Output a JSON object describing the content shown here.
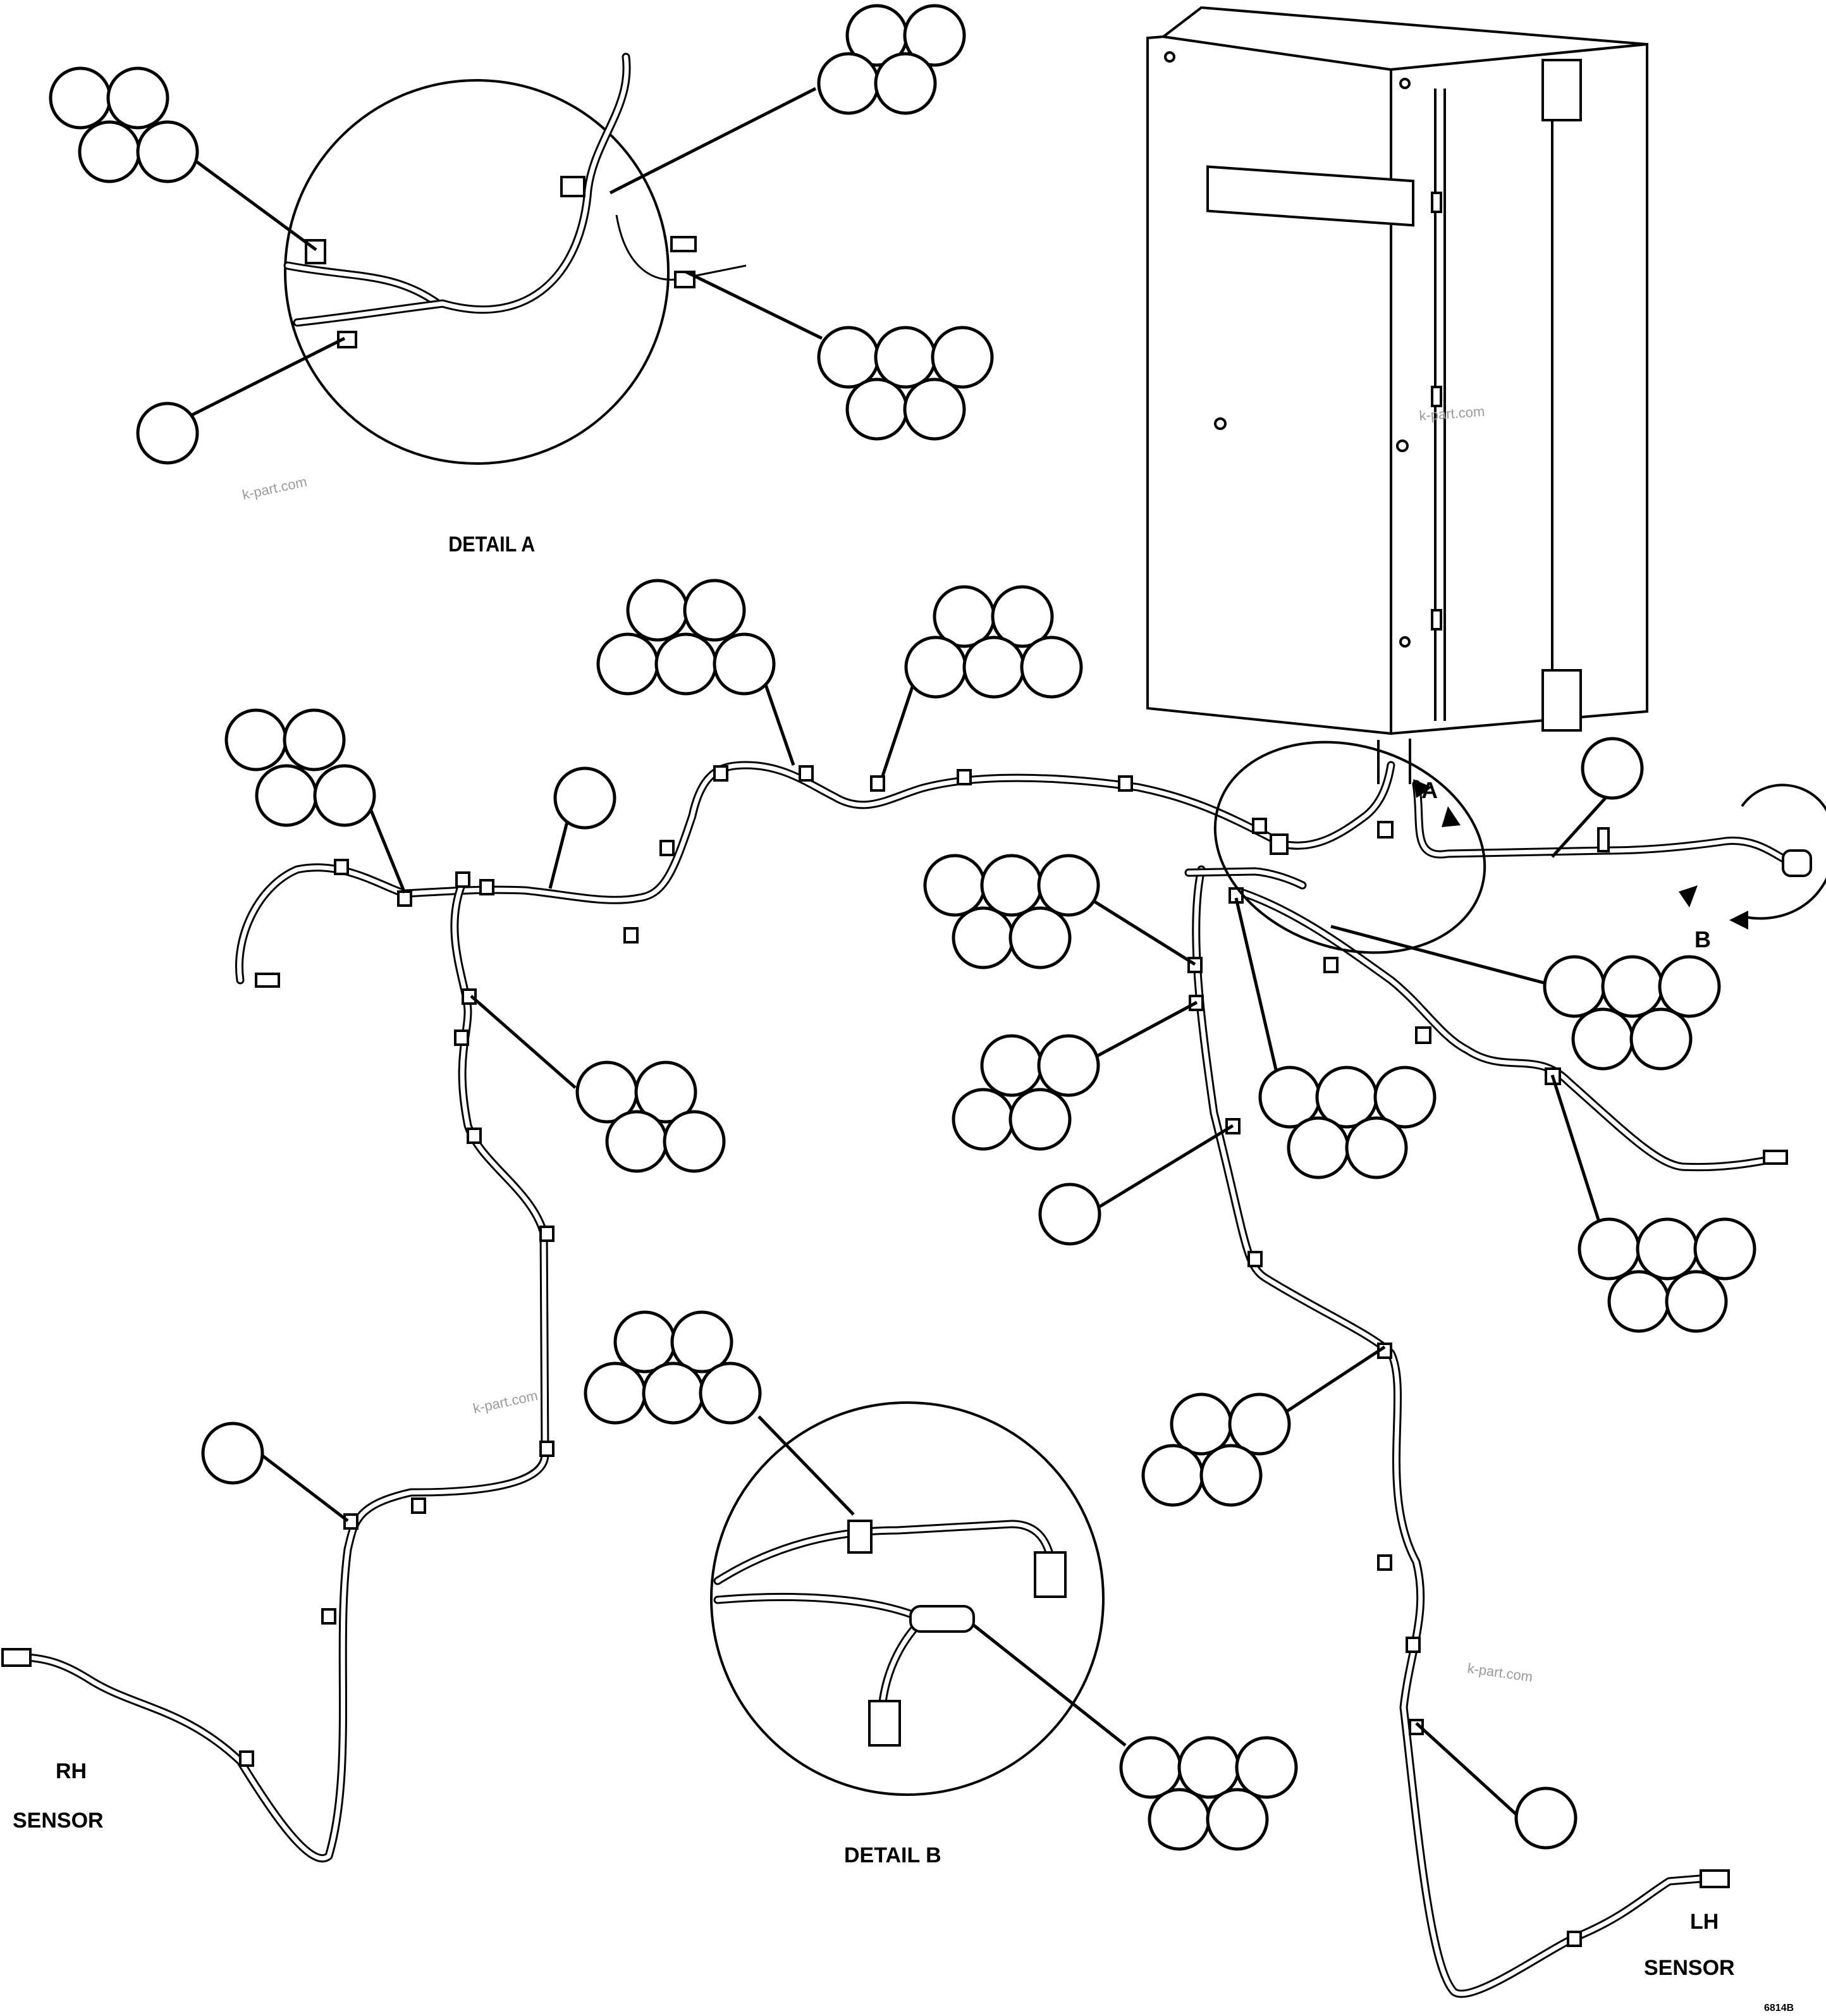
{
  "labels": {
    "detail_a": "DETAIL A",
    "detail_b": "DETAIL B",
    "view_a": "A",
    "view_b": "B",
    "rh": "RH",
    "rh_sensor": "SENSOR",
    "lh": "LH",
    "lh_sensor": "SENSOR",
    "drawing_number": "6814B"
  },
  "watermarks": [
    "k-part.com",
    "k-part.com",
    "k-part.com",
    "k-part.com"
  ]
}
